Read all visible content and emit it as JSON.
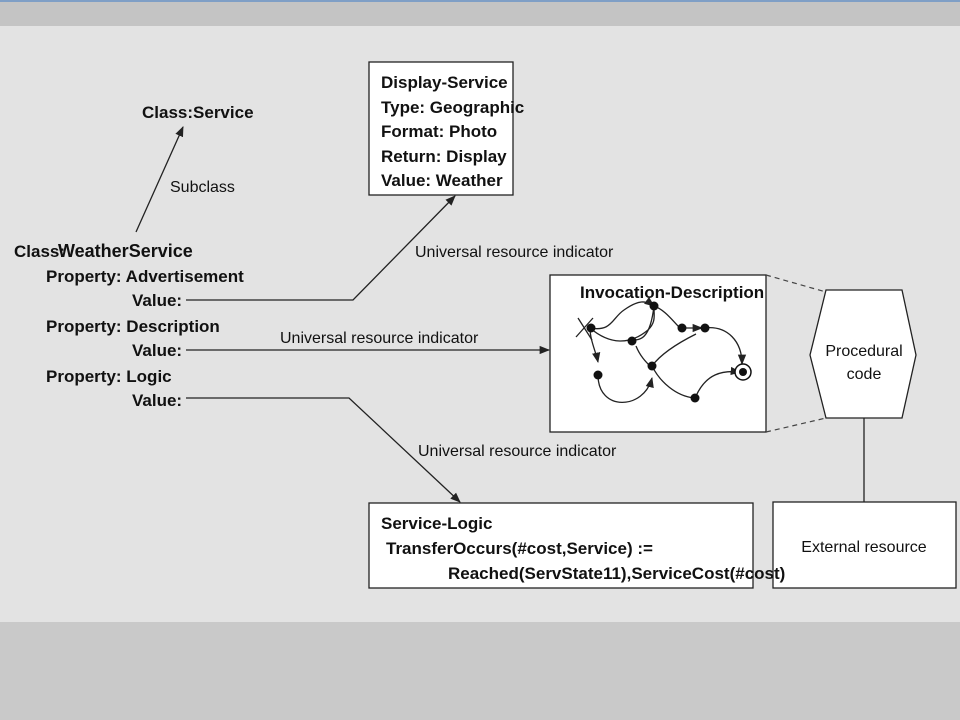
{
  "class_service": "Class:Service",
  "subclass_label": "Subclass",
  "weather": {
    "class_prefix": "Class:",
    "class_name": "WeatherService",
    "prop_advertisement": "Property: Advertisement",
    "prop_description": "Property: Description",
    "prop_logic": "Property: Logic",
    "value_label": "Value:"
  },
  "display_service": {
    "lines": [
      "Display-Service",
      "Type: Geographic",
      "Format: Photo",
      "Return: Display",
      "Value: Weather"
    ]
  },
  "uri_label": "Universal resource indicator",
  "invocation": {
    "title": "Invocation-Description"
  },
  "procedural": {
    "line1": "Procedural",
    "line2": "code"
  },
  "external_resource": "External resource",
  "service_logic": {
    "lines": [
      "Service-Logic",
      "TransferOccurs(#cost,Service) :=",
      "Reached(ServState11),ServiceCost(#cost)"
    ]
  }
}
